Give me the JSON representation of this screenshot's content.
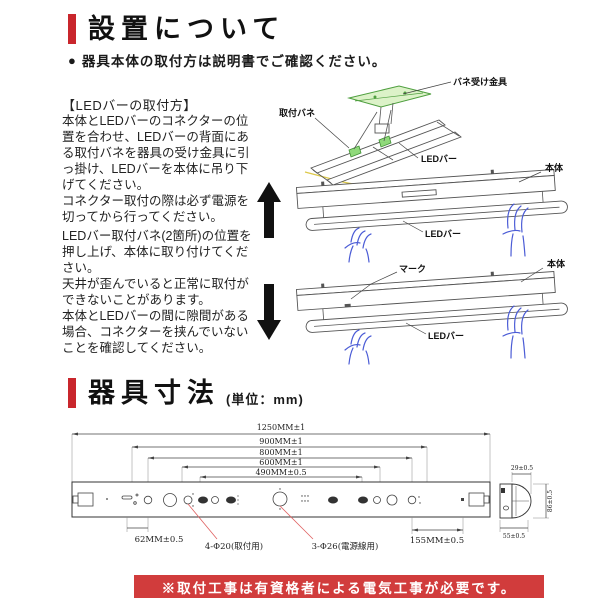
{
  "colors": {
    "accent_red": "#c9262c",
    "banner_red": "#d13c3c",
    "spring_green": "#4f9f3f",
    "hand_blue": "#4b5cd6"
  },
  "install_section": {
    "heading": "設置について",
    "bullet_icon": "●",
    "bullet_text": "器具本体の取付方は説明書でご確認ください。",
    "method_title": "【LEDバーの取付方】",
    "paragraph1": "本体とLEDバーのコネクターの位置を合わせ、LEDバーの背面にある取付バネを器具の受け金具に引っ掛け、LEDバーを本体に吊り下げてください。",
    "paragraph2": "コネクター取付の際は必ず電源を切ってから行ってください。",
    "paragraph3": "LEDバー取付バネ(2箇所)の位置を押し上げ、本体に取り付けてください。",
    "paragraph4": "天井が歪んでいると正常に取付ができないことがあります。",
    "paragraph5": "本体とLEDバーの間に隙間がある場合、コネクターを挟んでいないことを確認してください。"
  },
  "diagram_3d": {
    "label_spring_bracket": "バネ受け金具",
    "label_mount_spring": "取付バネ",
    "label_led_bar": "LEDバー"
  },
  "diagram_lift": {
    "label_body": "本体",
    "label_led_bar": "LEDバー"
  },
  "diagram_attach": {
    "label_mark": "マーク",
    "label_body": "本体",
    "label_led_bar": "LEDバー"
  },
  "dimensions_section": {
    "heading": "器具寸法",
    "unit_note": "(単位：mm)",
    "length_overall": "1250MM±1",
    "length_900": "900MM±1",
    "length_800": "800MM±1",
    "length_600": "600MM±1",
    "length_490": "490MM±0.5",
    "offset_62": "62MM±0.5",
    "offset_155": "155MM±0.5",
    "mount_holes": "4-Φ20(取付用)",
    "power_holes": "3-Φ26(電源線用)",
    "end_depth": "29±0.5",
    "end_height": "86±0.5",
    "end_width": "55±0.5"
  },
  "footer": {
    "notice": "※取付工事は有資格者による電気工事が必要です。"
  }
}
